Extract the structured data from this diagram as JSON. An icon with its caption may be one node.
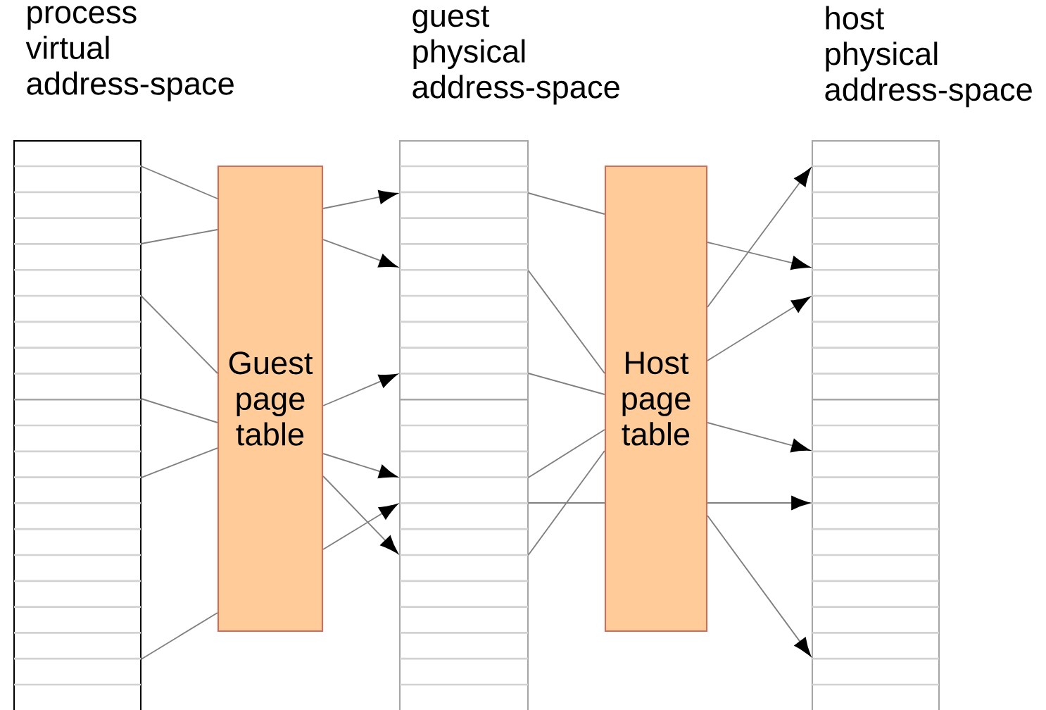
{
  "diagram": {
    "nodes": [
      {
        "text": [
          "process virtual address-space"
        ]
      },
      {
        "text": [
          "Guest page table"
        ]
      },
      {
        "text": [
          "guest physical address-space"
        ]
      },
      {
        "text": [
          "Host page table"
        ]
      },
      {
        "text": [
          "host physical address-space"
        ]
      }
    ],
    "edges": [
      {
        "from": 0,
        "to": 1,
        "arrow": "none"
      },
      {
        "from": 0,
        "to": 1,
        "arrow": "none"
      },
      {
        "from": 0,
        "to": 1,
        "arrow": "none"
      },
      {
        "from": 0,
        "to": 1,
        "arrow": "none"
      },
      {
        "from": 0,
        "to": 1,
        "arrow": "none"
      },
      {
        "from": 0,
        "to": 1,
        "arrow": "none"
      },
      {
        "from": 1,
        "to": 2,
        "arrow": "to"
      },
      {
        "from": 1,
        "to": 2,
        "arrow": "to"
      },
      {
        "from": 1,
        "to": 2,
        "arrow": "to"
      },
      {
        "from": 1,
        "to": 2,
        "arrow": "to"
      },
      {
        "from": 1,
        "to": 2,
        "arrow": "to"
      },
      {
        "from": 1,
        "to": 2,
        "arrow": "to"
      },
      {
        "from": 2,
        "to": 3,
        "arrow": "none"
      },
      {
        "from": 2,
        "to": 3,
        "arrow": "none"
      },
      {
        "from": 2,
        "to": 3,
        "arrow": "none"
      },
      {
        "from": 2,
        "to": 3,
        "arrow": "none"
      },
      {
        "from": 2,
        "to": 3,
        "arrow": "none"
      },
      {
        "from": 2,
        "to": 3,
        "arrow": "none"
      },
      {
        "from": 3,
        "to": 4,
        "arrow": "to"
      },
      {
        "from": 3,
        "to": 4,
        "arrow": "to"
      },
      {
        "from": 3,
        "to": 4,
        "arrow": "to"
      },
      {
        "from": 3,
        "to": 4,
        "arrow": "to"
      },
      {
        "from": 3,
        "to": 4,
        "arrow": "to"
      },
      {
        "from": 3,
        "to": 4,
        "arrow": "to"
      }
    ]
  }
}
